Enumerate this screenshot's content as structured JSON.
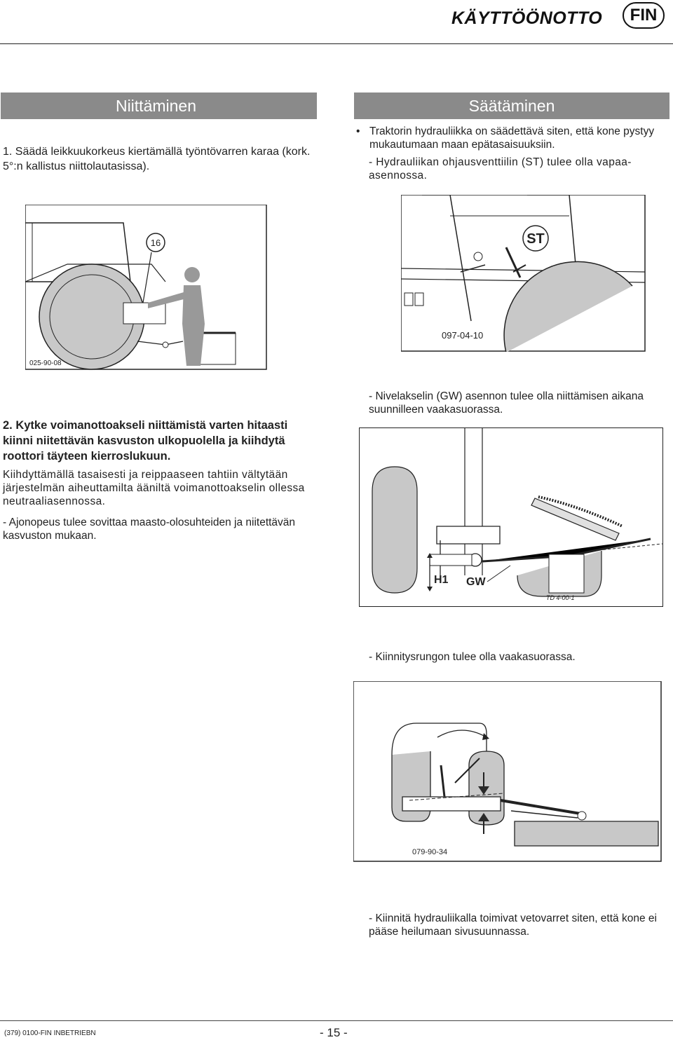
{
  "header": {
    "title": "KÄYTTÖÖNOTTO",
    "lang": "FIN"
  },
  "left_section": {
    "title": "Niittäminen",
    "step1": "1. Säädä leikkuukorkeus kiertämällä työntövarren karaa (kork. 5°:n kallistus niittolautasissa).",
    "step2_title": "2. Kytke voimanottoakseli niittämistä varten hitaasti kiinni niitettävän kasvuston ulkopuolella ja kiihdytä roottori täyteen kierroslukuun.",
    "step2_body": "Kiihdyttämällä tasaisesti ja reippaaseen tahtiin vältytään järjestelmän aiheuttamilta ääniltä voimanottoakselin ollessa neutraaliasennossa.",
    "step2_note": "- Ajonopeus tulee sovittaa maasto-olosuhteiden ja niitettävän kasvuston mukaan."
  },
  "right_section": {
    "title": "Säätäminen",
    "bullet1": "Traktorin hydrauliikka on säädettävä siten, että kone pystyy mukautumaan maan epätasaisuuksiin.",
    "dash1": "- Hydrauliikan ohjausventtiilin (ST) tulee olla vapaa-asennossa.",
    "dash2": "- Nivelakselin (GW) asennon tulee olla niittämisen aikana suunnilleen vaakasuorassa.",
    "dash3": "- Kiinnitysrungon tulee olla vaakasuorassa.",
    "dash4": "- Kiinnitä hydrauliikalla toimivat vetovarret siten, että kone ei pääse heilumaan sivusuunnassa."
  },
  "figures": {
    "fig1": {
      "callout": "16",
      "code": "025-90-08"
    },
    "fig2": {
      "callout": "ST",
      "code": "097-04-10"
    },
    "fig3": {
      "label_h1": "H1",
      "label_gw": "GW",
      "code": "TD 4-00-1"
    },
    "fig4": {
      "code": "079-90-34"
    }
  },
  "footer": {
    "code": "(379) 0100-FIN INBETRIEBN",
    "page": "- 15 -"
  },
  "colors": {
    "section_bar": "#8a8a8a",
    "figure_fill": "#c8c8c8",
    "arrow_fill": "#2a2a2a"
  }
}
